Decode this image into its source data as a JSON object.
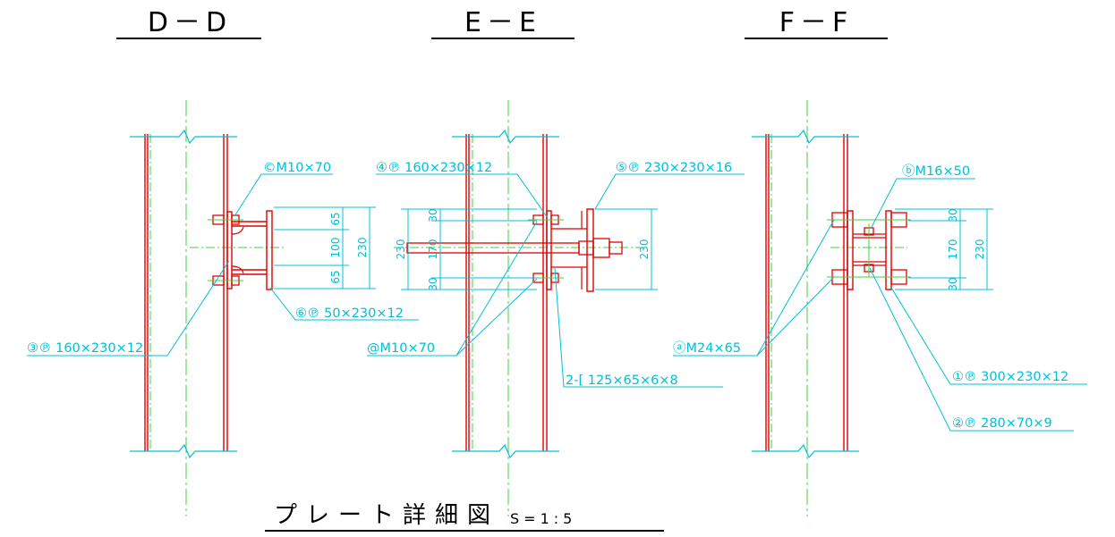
{
  "sections": [
    {
      "id": "dd",
      "title": "D－D"
    },
    {
      "id": "ee",
      "title": "E－E"
    },
    {
      "id": "ff",
      "title": "F－F"
    }
  ],
  "callouts": {
    "dd_bolt": "©M10×70",
    "dd_plate6": "⑥℗ 50×230×12",
    "dd_plate3": "③℗ 160×230×12",
    "ee_plate4": "④℗ 160×230×12",
    "ee_plate5": "⑤℗ 230×230×16",
    "ee_bolt": "@M10×70",
    "ee_channel": "2-[ 125×65×6×8",
    "ff_bolt_b": "ⓑM16×50",
    "ff_bolt_a": "ⓐM24×65",
    "ff_plate1": "①℗ 300×230×12",
    "ff_plate2": "②℗ 280×70×9"
  },
  "dimensions": {
    "dd": {
      "upper": "65",
      "middle": "100",
      "lower": "65",
      "total": "230"
    },
    "ee": {
      "left_total": "230",
      "upper": "30",
      "middle": "170",
      "lower": "30",
      "right_total": "230"
    },
    "ff": {
      "upper": "30",
      "middle": "170",
      "lower": "30",
      "total": "230"
    }
  },
  "footer": {
    "title": "プレート詳細図",
    "scale": "S=1:5"
  },
  "colors": {
    "member": "#e00000",
    "dimension": "#00c0d8",
    "centerline": "#40d040",
    "text": "#000000"
  }
}
